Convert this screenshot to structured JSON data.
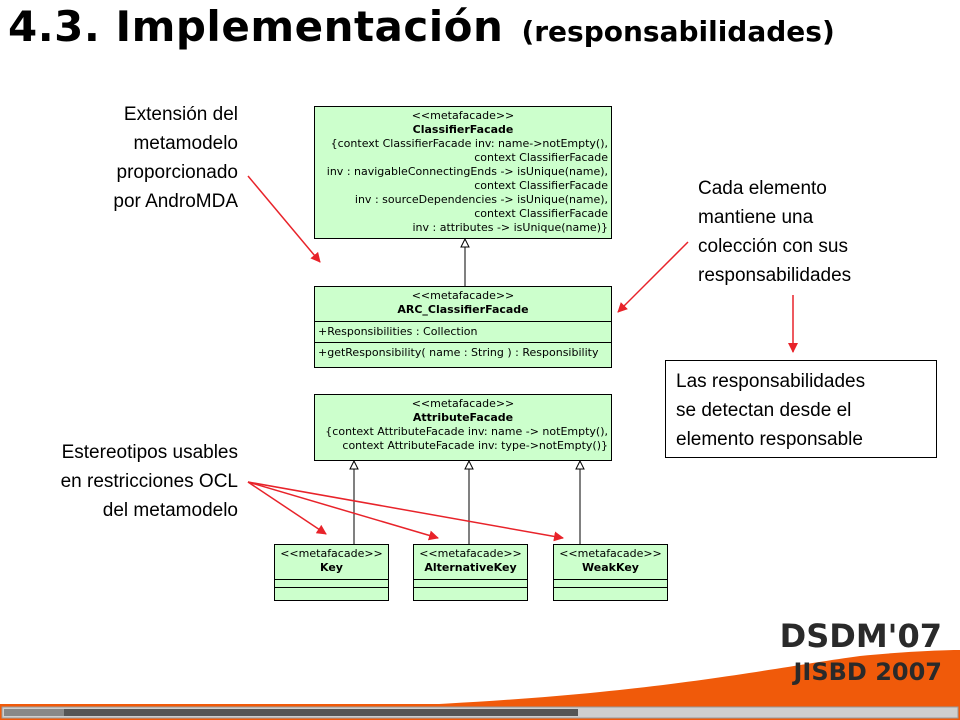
{
  "title": {
    "main": "4.3. Implementación",
    "sub": "(responsabilidades)"
  },
  "notes": {
    "extension": [
      "Extensión del",
      "metamodelo",
      "proporcionado",
      "por AndroMDA"
    ],
    "cada": [
      "Cada elemento",
      "mantiene una",
      "colección con sus",
      "responsabilidades"
    ],
    "estereotipos": [
      "Estereotipos usables",
      "en restricciones OCL",
      "del metamodelo"
    ],
    "detectan": [
      "Las responsabilidades",
      "se detectan desde el",
      "elemento responsable"
    ]
  },
  "classes": {
    "classifier": {
      "stereotype": "<<metafacade>>",
      "name": "ClassifierFacade",
      "constraints": [
        "{context ClassifierFacade inv: name->notEmpty(),",
        "context ClassifierFacade",
        "inv : navigableConnectingEnds -> isUnique(name),",
        "context ClassifierFacade",
        "inv : sourceDependencies -> isUnique(name),",
        "context ClassifierFacade",
        "inv : attributes -> isUnique(name)}"
      ]
    },
    "arc": {
      "stereotype": "<<metafacade>>",
      "name": "ARC_ClassifierFacade",
      "attribute": "+Responsibilities : Collection",
      "operation": "+getResponsibility( name : String ) : Responsibility"
    },
    "attribute": {
      "stereotype": "<<metafacade>>",
      "name": "AttributeFacade",
      "constraints": [
        "{context AttributeFacade inv: name -> notEmpty(),",
        "context AttributeFacade inv: type->notEmpty()}"
      ]
    },
    "key": {
      "stereotype": "<<metafacade>>",
      "name": "Key"
    },
    "altkey": {
      "stereotype": "<<metafacade>>",
      "name": "AlternativeKey"
    },
    "weakkey": {
      "stereotype": "<<metafacade>>",
      "name": "WeakKey"
    }
  },
  "logo": {
    "line1": "DSDM'07",
    "line2": "JISBD 2007"
  },
  "colors": {
    "uml_fill": "#ccffcc",
    "arrow": "#e8232a",
    "orange": "#f05a0a"
  }
}
